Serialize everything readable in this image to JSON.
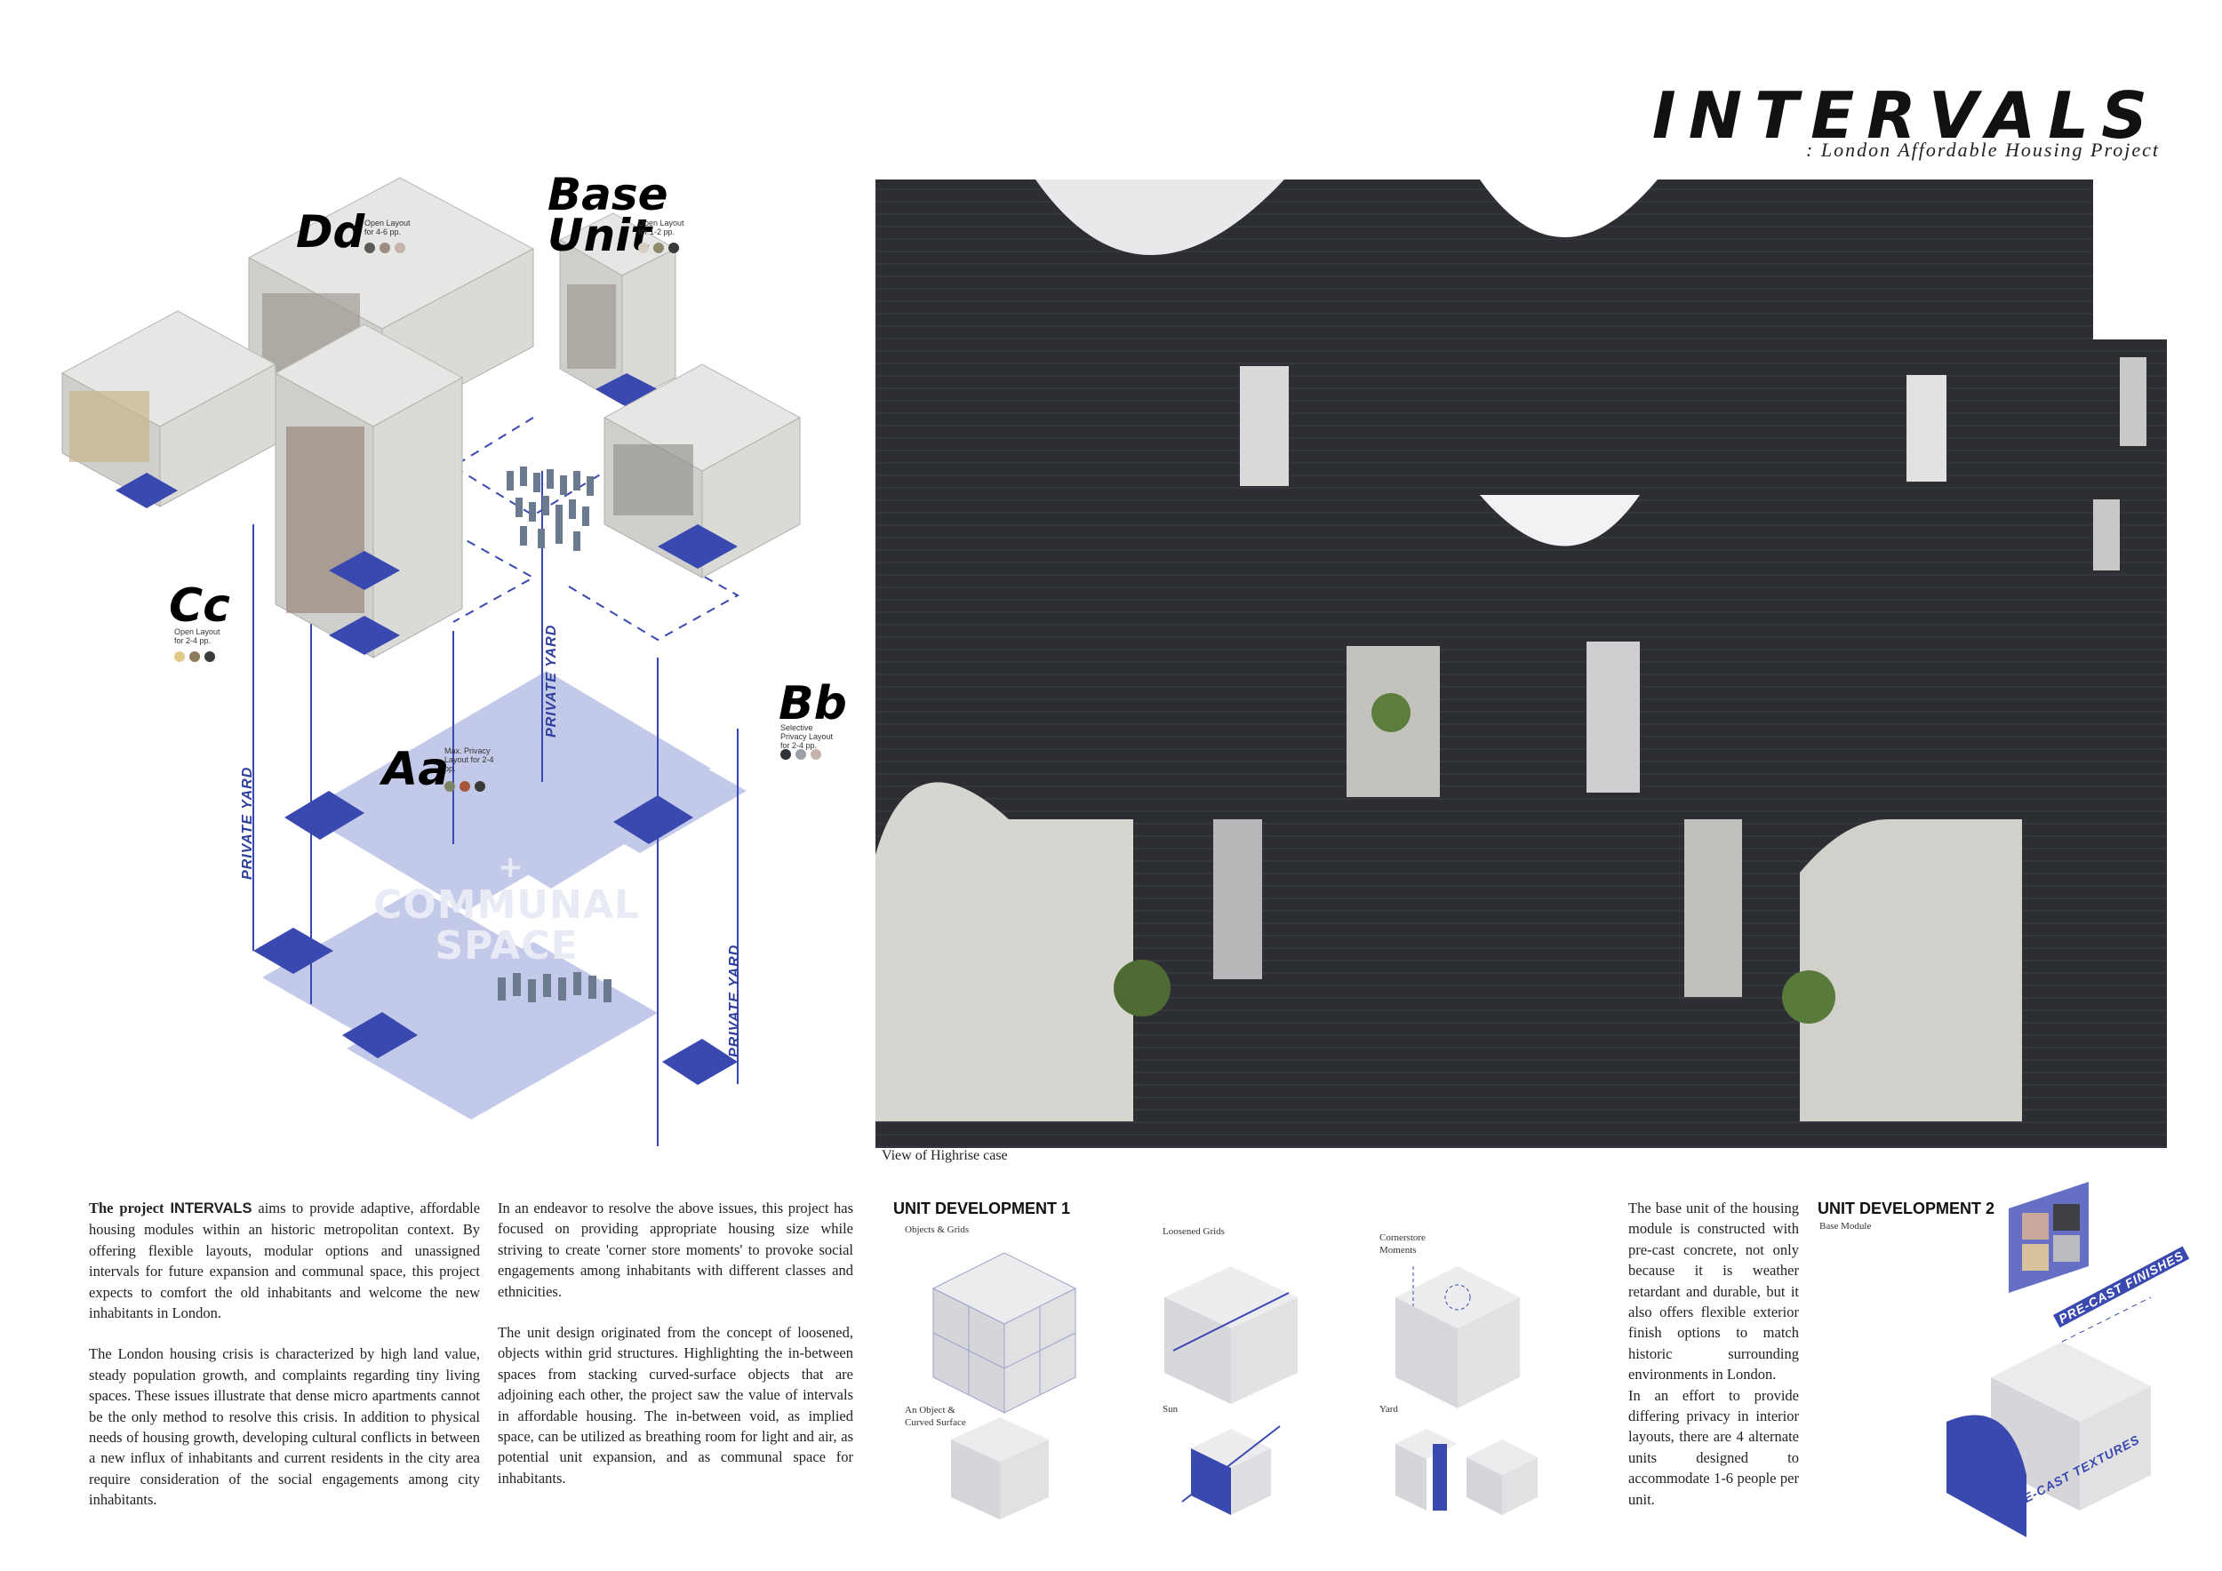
{
  "header": {
    "title": "INTERVALS",
    "subtitle": ": London Affordable Housing Project"
  },
  "diagram": {
    "units": [
      {
        "id": "Dd",
        "label": "Dd",
        "desc": "Open Layout for 4-6 pp.",
        "colors": [
          "#5a5a52",
          "#9d8a80",
          "#c7b3ad"
        ]
      },
      {
        "id": "Base",
        "label_line1": "Base",
        "label_line2": "Unit",
        "desc": "Open Layout for 1-2 pp.",
        "colors": [
          "#d9cfc0",
          "#8e8a6a",
          "#3a3a36"
        ]
      },
      {
        "id": "Cc",
        "label": "Cc",
        "desc": "Open Layout for 2-4 pp.",
        "colors": [
          "#e2c98a",
          "#8e7a5c",
          "#3a3a36"
        ]
      },
      {
        "id": "Aa",
        "label": "Aa",
        "desc": "Max. Privacy Layout for 2-4 pp.",
        "colors": [
          "#7e8566",
          "#a9573c",
          "#3a3a36"
        ]
      },
      {
        "id": "Bb",
        "label": "Bb",
        "desc": "Selective Privacy Layout for 2-4 pp.",
        "colors": [
          "#2f3338",
          "#9aa0a8",
          "#c7b3ad"
        ]
      }
    ],
    "yard_label": "PRIVATE YARD",
    "communal_line1": "COMMUNAL",
    "communal_line2": "SPACE",
    "communal_plus": "+",
    "accent_color": "#3a49b0",
    "yard_color": "#c3c9e8"
  },
  "render": {
    "caption": "View of Highrise case"
  },
  "text": {
    "intro_bold_prefix": "The project ",
    "intro_bold_name": "INTERVALS",
    "intro_rest": " aims to provide adaptive, affordable housing modules within an historic metropolitan context. By offering flexible layouts, modular options and unassigned intervals for future expansion and communal space, this project expects to comfort the old inhabitants and welcome the new inhabitants in London.",
    "para2": "The London housing crisis is characterized by high land value, steady population growth, and complaints regarding tiny living spaces. These issues illustrate that dense micro apartments cannot be the only method to resolve this crisis. In addition to physical needs of housing growth, developing cultural conflicts in between a new influx of inhabitants and current residents in the city area require consideration of the social engagements among city inhabitants.",
    "para3": "In an endeavor to resolve the above issues, this project has focused on providing appropriate housing size while striving to create 'corner store moments' to provoke social engagements among inhabitants with different classes and ethnicities.",
    "para4": "The unit design originated from the concept of loosened, objects within grid structures. Highlighting the in-between spaces from stacking curved-surface objects that are adjoining each other, the project saw the value of intervals in affordable housing. The in-between void, as implied space, can be utilized as breathing room for light and air, as potential unit expansion, and as communal space for inhabitants.",
    "para5": "The base unit of the housing module is constructed with pre-cast concrete, not only because it is weather retardant and durable, but it also offers flexible exterior finish options to match historic surrounding environments in London.",
    "para6": "In an effort to provide differing privacy in interior layouts, there are 4 alternate units designed to accommodate 1-6 people per unit."
  },
  "dev1": {
    "heading": "UNIT DEVELOPMENT 1",
    "labels": {
      "objects_grids": "Objects & Grids",
      "loosened_grids": "Loosened Grids",
      "cornerstore_line1": "Cornerstore",
      "cornerstore_line2": "Moments",
      "object_curved_line1": "An Object &",
      "object_curved_line2": "Curved Surface",
      "sun": "Sun",
      "yard": "Yard"
    }
  },
  "dev2": {
    "heading": "UNIT DEVELOPMENT 2",
    "sub": "Base Module",
    "finishes": "PRE-CAST FINISHES",
    "textures": "PRE-CAST TEXTURES"
  }
}
